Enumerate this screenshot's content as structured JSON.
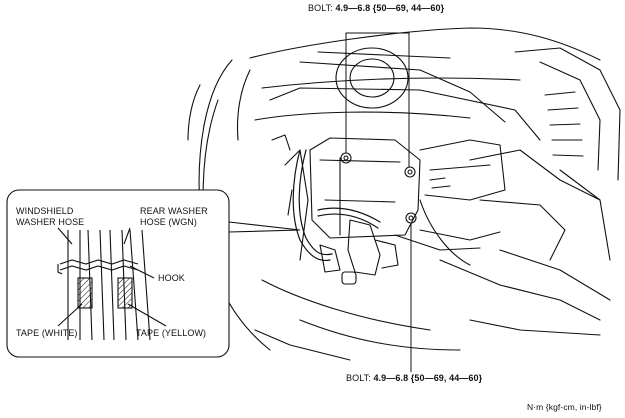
{
  "bolt_top": {
    "prefix": "BOLT: ",
    "torque": "4.9—6.8 {50—69, 44—60}"
  },
  "bolt_bottom": {
    "prefix": "BOLT: ",
    "torque": "4.9—6.8 {50—69, 44—60}"
  },
  "inset": {
    "windshield_hose": [
      "WINDSHIELD",
      "WASHER HOSE"
    ],
    "rear_hose": [
      "REAR WASHER",
      "HOSE (WGN)"
    ],
    "hook": "HOOK",
    "tape_white": "TAPE (WHITE)",
    "tape_yellow": "TAPE (YELLOW)"
  },
  "units": "N·m {kgf-cm, in-lbf}"
}
